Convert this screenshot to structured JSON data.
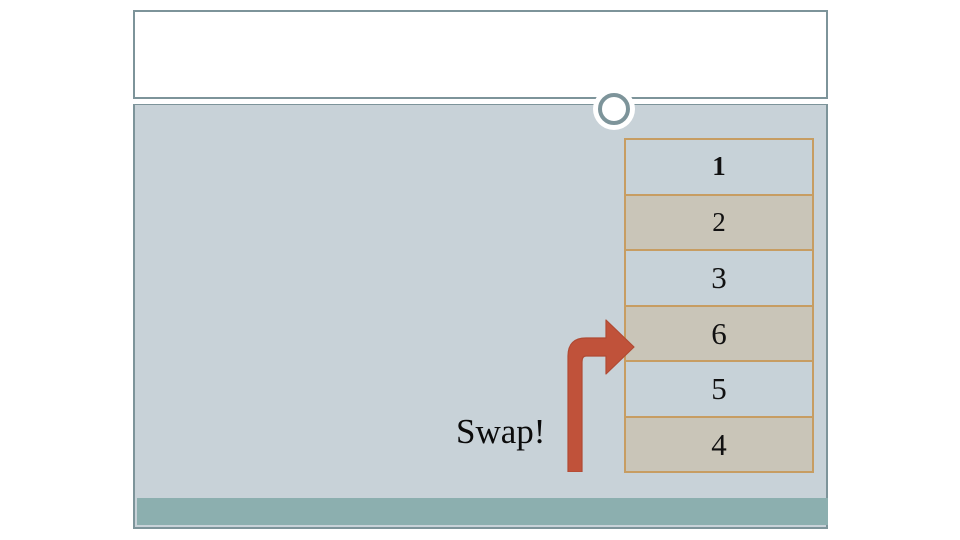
{
  "slide": {
    "title": "",
    "theme": {
      "frame_border": "#7d949a",
      "body_fill": "#c8d2d8",
      "footer_band": "#8cafaf",
      "cell_border": "#c79d62",
      "cell_tone_a": "#c7d2d8",
      "cell_tone_b": "#c9c5b8",
      "arrow_color": "#c0523a",
      "text_color": "#111111"
    },
    "decor": {
      "ring_icon": "ring-circle-icon"
    }
  },
  "array": {
    "name": "sorting-array",
    "cells": [
      {
        "value": "1",
        "tone": "tone-a",
        "emphasis": true
      },
      {
        "value": "2",
        "tone": "tone-b",
        "emphasis": false,
        "small": true
      },
      {
        "value": "3",
        "tone": "tone-a",
        "emphasis": false
      },
      {
        "value": "6",
        "tone": "tone-b",
        "emphasis": false
      },
      {
        "value": "5",
        "tone": "tone-a",
        "emphasis": false
      },
      {
        "value": "4",
        "tone": "tone-b",
        "emphasis": false
      }
    ]
  },
  "annotation": {
    "swap_label": "Swap!",
    "arrow_icon": "elbow-arrow-right-icon",
    "arrow_target_index": 3
  }
}
